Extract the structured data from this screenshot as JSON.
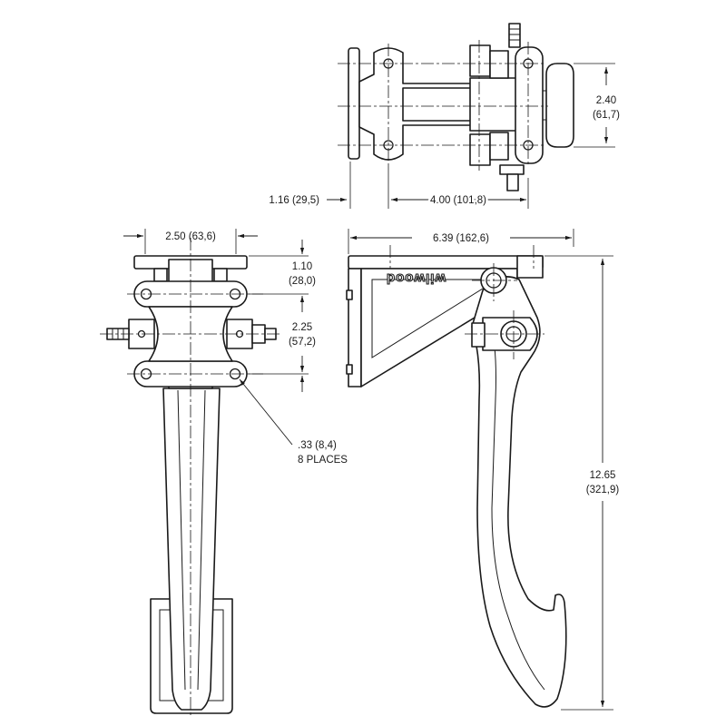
{
  "dimensions": {
    "top_width": "2.40",
    "top_width_mm": "(61,7)",
    "top_offset": "1.16 (29,5)",
    "top_length": "4.00 (101,8)",
    "front_width": "2.50 (63,6)",
    "front_top_height": "1.10",
    "front_top_height_mm": "(28,0)",
    "front_hole_spacing": "2.25",
    "front_hole_spacing_mm": "(57,2)",
    "hole_size": ".33 (8,4)",
    "hole_count": "8 PLACES",
    "side_width": "6.39 (162,6)",
    "side_height": "12.65",
    "side_height_mm": "(321,9)"
  },
  "logo_text": "wilwood",
  "colors": {
    "ink": "#1a1a1a",
    "background": "#ffffff"
  }
}
